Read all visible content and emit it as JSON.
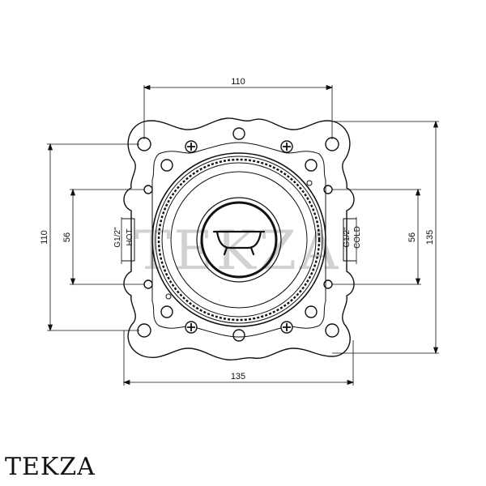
{
  "dimensions": {
    "top_width": "110",
    "bottom_width": "135",
    "left_height": "110",
    "left_inner_height": "56",
    "right_inner_height": "56",
    "right_height": "135"
  },
  "ports": {
    "hot_size": "G1/2\"",
    "hot_label": "HOT",
    "cold_size": "G1/2\"",
    "cold_label": "COLD"
  },
  "center_icon": "bathtub-icon",
  "watermark": "TEKZA",
  "brand": "TEKZA"
}
